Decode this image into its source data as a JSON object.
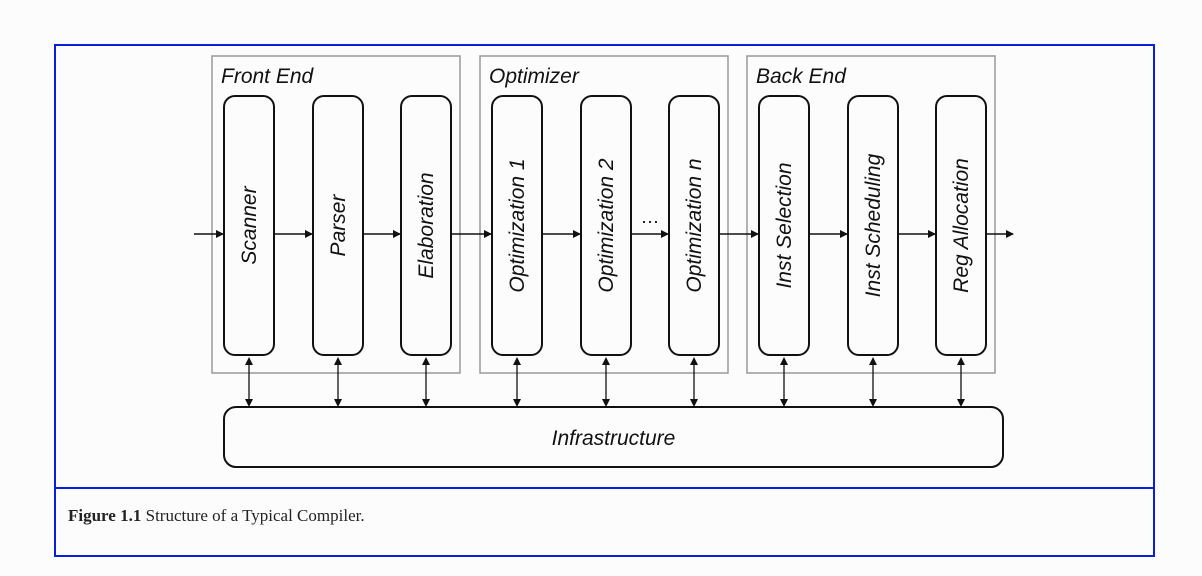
{
  "figure": {
    "caption_label": "Figure 1.1",
    "caption_text": "Structure of a Typical Compiler."
  },
  "diagram": {
    "groups": [
      {
        "label": "Front End",
        "stages": [
          "Scanner",
          "Parser",
          "Elaboration"
        ]
      },
      {
        "label": "Optimizer",
        "stages": [
          "Optimization 1",
          "Optimization 2",
          "Optimization n"
        ]
      },
      {
        "label": "Back End",
        "stages": [
          "Inst Selection",
          "Inst Scheduling",
          "Reg Allocation"
        ]
      }
    ],
    "ellipsis": "⋯",
    "infrastructure": "Infrastructure"
  }
}
